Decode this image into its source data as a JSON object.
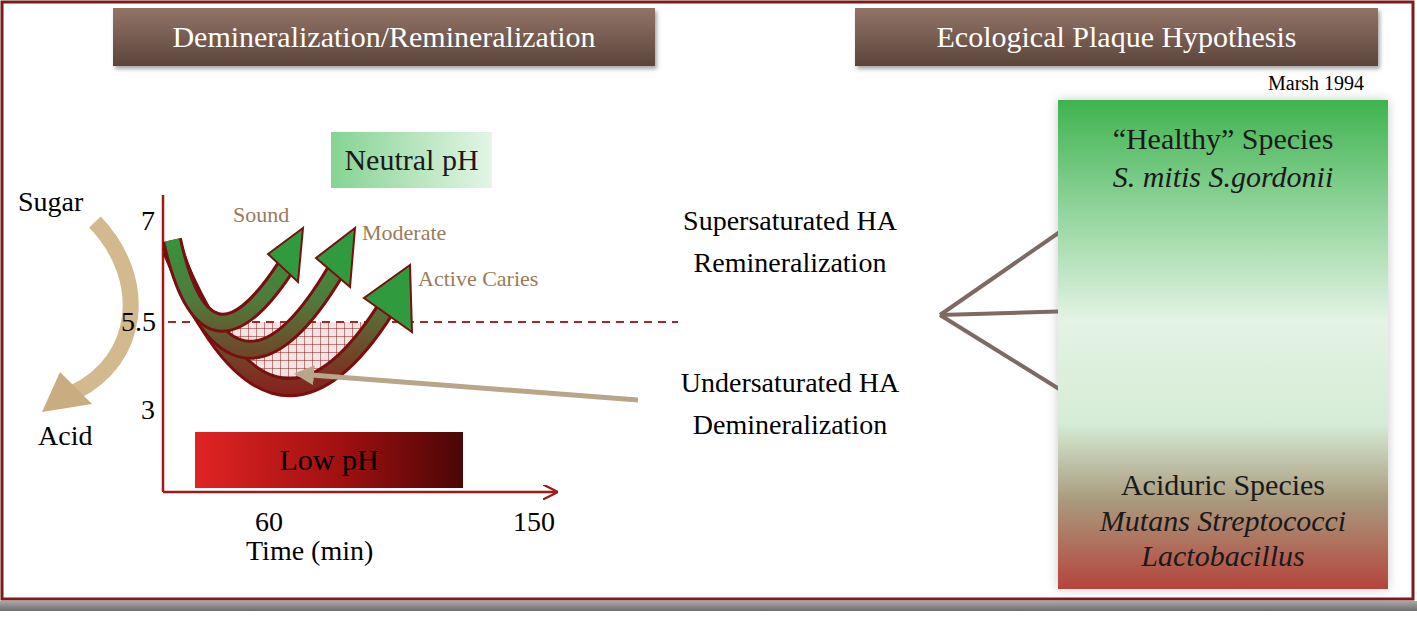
{
  "diagram": {
    "nodes": [
      {
        "text": [
          "Demineralization/Remineralization"
        ]
      },
      {
        "text": [
          "Ecological Plaque Hypothesis"
        ]
      },
      {
        "text": [
          "Neutral pH"
        ]
      },
      {
        "text": [
          "Low pH"
        ]
      },
      {
        "text": [
          "“Healthy” Species",
          "S. mitis S.gordonii",
          "Aciduric Species",
          "Mutans Streptococci Lactobacillus"
        ]
      }
    ],
    "labels": [
      "Marsh 1994",
      "Sugar",
      "Acid",
      "7",
      "5.5",
      "3",
      "60",
      "150",
      "Time (min)",
      "Sound",
      "Moderate",
      "Active Caries",
      "Supersaturated HA Remineralization",
      "Undersaturated HA Demineralization"
    ]
  }
}
